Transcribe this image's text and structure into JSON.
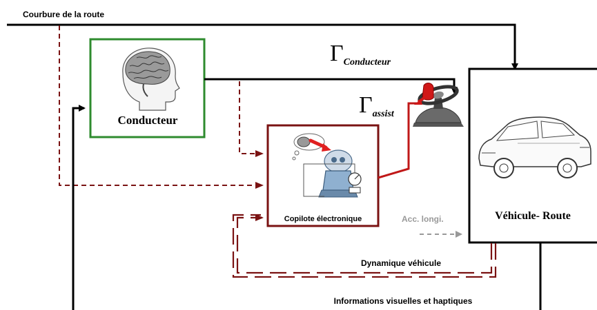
{
  "labels": {
    "road_curvature": "Courbure de la route",
    "driver": "Conducteur",
    "copilot": "Copilote électronique",
    "vehicle_road": "Véhicule- Route",
    "long_acc": "Acc. longi.",
    "vehicle_dynamics": "Dynamique véhicule",
    "visual_haptic": "Informations visuelles et haptiques"
  },
  "torques": {
    "symbol": "Γ",
    "driver_sub": "Conducteur",
    "assist_sub": "assist"
  },
  "icons": {
    "driver": "brain-head-icon",
    "copilot": "robot-copilot-icon",
    "steering": "steering-wheel-icon",
    "vehicle": "car-icon"
  },
  "colors": {
    "driver_box": "#2e8b2e",
    "copilot_box": "#7a1212",
    "black": "#000000",
    "grey_arrow": "#999999"
  }
}
